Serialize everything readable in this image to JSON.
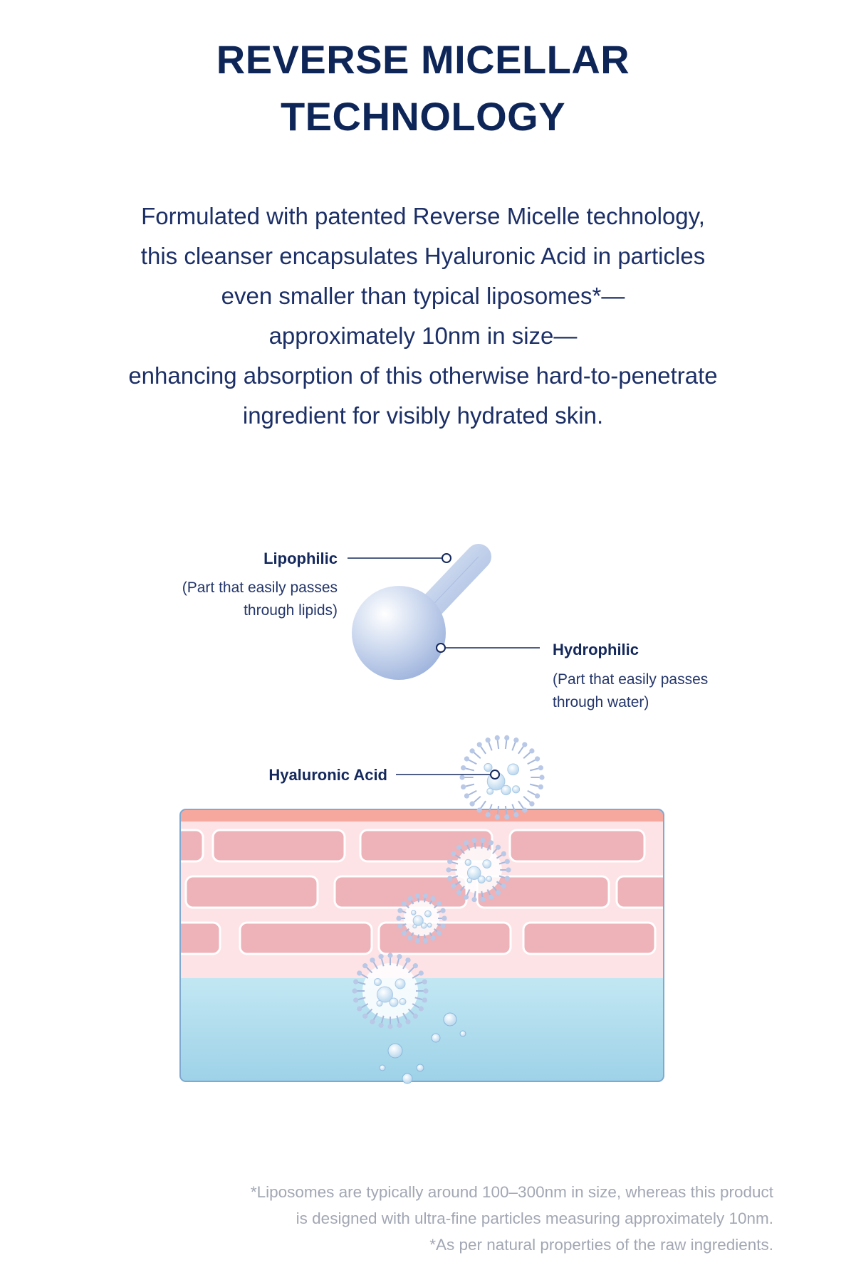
{
  "title": {
    "line1": "REVERSE MICELLAR",
    "line2": "TECHNOLOGY"
  },
  "description": [
    "Formulated with patented Reverse Micelle technology,",
    "this cleanser encapsulates Hyaluronic Acid in particles",
    "even smaller than typical liposomes*—",
    "approximately 10nm in size—",
    "enhancing absorption of this otherwise hard-to-penetrate",
    "ingredient for visibly hydrated skin."
  ],
  "labels": {
    "lipophilic": {
      "title": "Lipophilic",
      "sub1": "(Part that easily passes",
      "sub2": "through lipids)"
    },
    "hydrophilic": {
      "title": "Hydrophilic",
      "sub1": "(Part that easily passes",
      "sub2": "through water)"
    },
    "hyaluronic": "Hyaluronic Acid"
  },
  "footnotes": [
    "*Liposomes are typically around 100–300nm in size, whereas this product",
    "is designed with ultra-fine particles measuring approximately 10nm.",
    "*As per natural properties of the raw ingredients."
  ],
  "colors": {
    "title": "#0e2558",
    "skin_top": "#f6a89e",
    "skin_layer": "#fde3e6",
    "cell": "#eeb2b9",
    "water_layer": "#b8e0ef",
    "molecule": "#b8c8e6"
  }
}
